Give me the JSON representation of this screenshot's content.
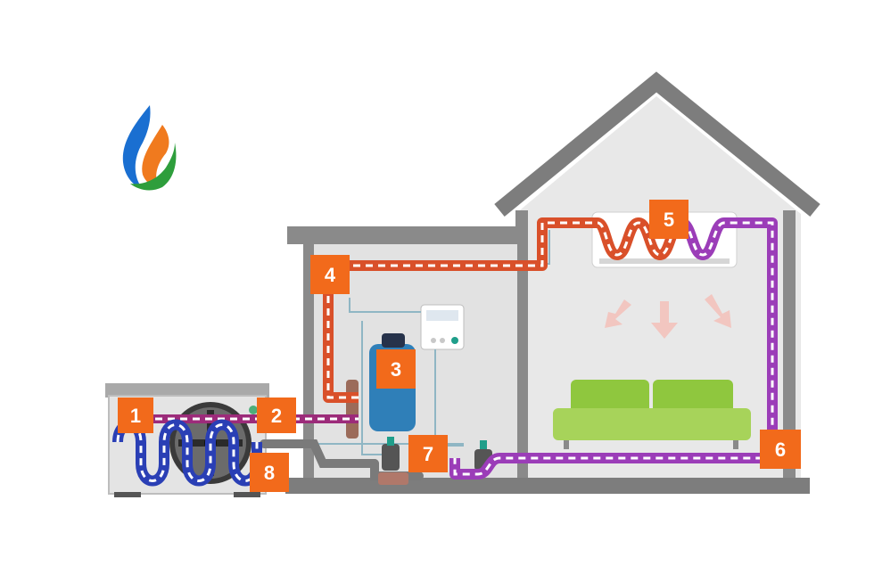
{
  "colors": {
    "badge": "#f26a1b",
    "badge_edge": "#c95512",
    "house_frame": "#8a8a8a",
    "house_wall": "#e6e6e6",
    "hot_pipe": "#d9502a",
    "warm_pipe": "#9c2b7a",
    "return_pipe": "#9b3db8",
    "cold_pipe": "#2a3fb5",
    "sofa": "#8fc73e",
    "tank": "#2f7fb8",
    "logo_blue": "#1a6fd1",
    "logo_orange": "#f07a1e",
    "logo_green": "#2e9e3c"
  },
  "logo": {
    "icon": "flame-drop-icon"
  },
  "components": [
    {
      "id": "heat-pump-unit",
      "icon": "outdoor-heat-pump-icon"
    },
    {
      "id": "hot-water-tank",
      "icon": "water-tank-icon"
    },
    {
      "id": "thermostat",
      "icon": "control-panel-icon"
    },
    {
      "id": "indoor-unit",
      "icon": "wall-air-conditioner-icon"
    },
    {
      "id": "sofa",
      "icon": "sofa-icon"
    },
    {
      "id": "valves",
      "icon": "valve-icon"
    }
  ],
  "badges": [
    {
      "label": "1"
    },
    {
      "label": "2"
    },
    {
      "label": "3"
    },
    {
      "label": "4"
    },
    {
      "label": "5"
    },
    {
      "label": "6"
    },
    {
      "label": "7"
    },
    {
      "label": "8"
    }
  ]
}
